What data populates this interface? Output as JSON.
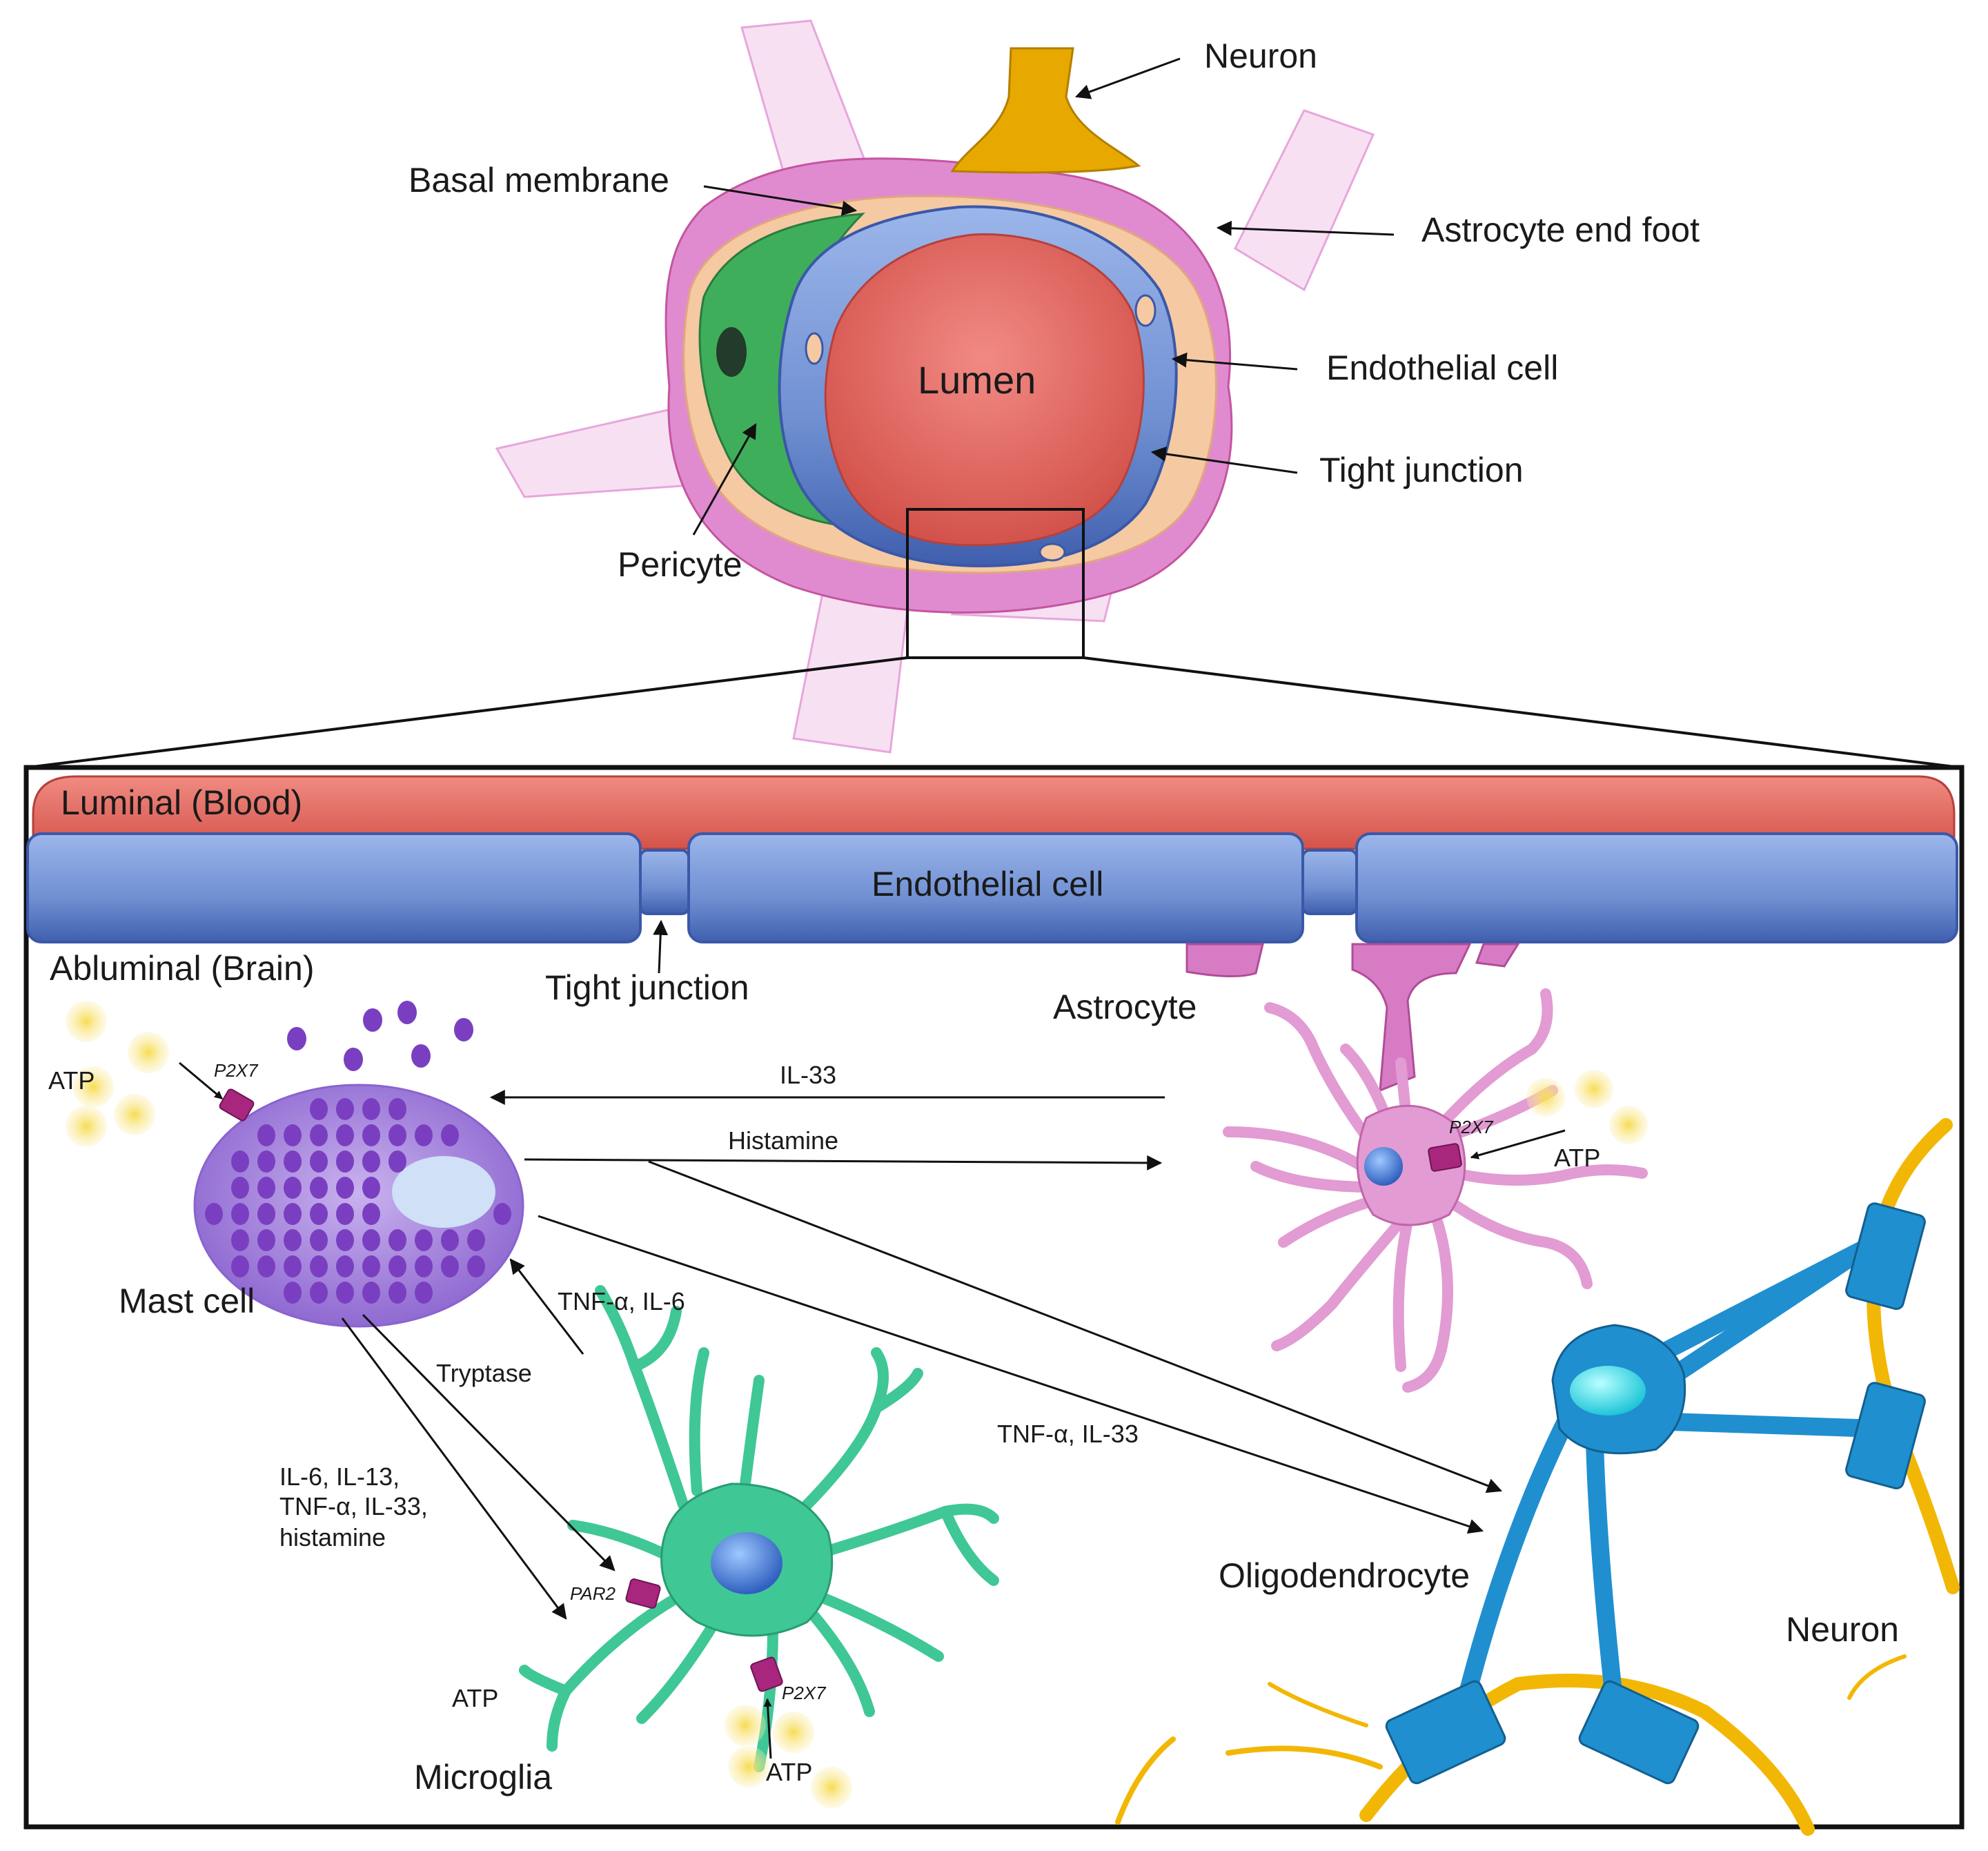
{
  "colors": {
    "astrocyte": "#e59ad6",
    "astrocyte_light": "#f7dff2",
    "basal_membrane": "#f5c9a2",
    "endothelium": "#6f8fd2",
    "lumen": "#e0635c",
    "pericyte": "#3fae5a",
    "neuron": "#e7a800",
    "mast_cell": "#8d63cf",
    "granule": "#7a3fc1",
    "microglia": "#3fc796",
    "oligodendrocyte": "#2a9ad8",
    "receptor": "#a8267e",
    "atp": "#f6d94a"
  },
  "vessel": {
    "neuron": "Neuron",
    "basal_membrane": "Basal membrane",
    "astrocyte_end_foot": "Astrocyte end foot",
    "endothelial_cell": "Endothelial cell",
    "lumen": "Lumen",
    "tight_junction": "Tight junction",
    "pericyte": "Pericyte"
  },
  "panel": {
    "luminal": "Luminal (Blood)",
    "endothelial_cell": "Endothelial cell",
    "abluminal": "Abluminal (Brain)",
    "tight_junction": "Tight junction",
    "astrocyte": "Astrocyte",
    "mast_cell": "Mast cell",
    "microglia": "Microglia",
    "oligodendrocyte": "Oligodendrocyte",
    "neuron": "Neuron",
    "atp_mast": "ATP",
    "atp_astro": "ATP",
    "atp_micro_left": "ATP",
    "atp_micro_bottom": "ATP",
    "p2x7_mast": "P2X7",
    "p2x7_astro": "P2X7",
    "p2x7_micro": "P2X7",
    "par2": "PAR2",
    "il33": "IL-33",
    "histamine": "Histamine",
    "tnf_il6": "TNF-α, IL-6",
    "tryptase": "Tryptase",
    "tnf_il33": "TNF-α, IL-33",
    "cytokines": [
      "IL-6, IL-13,",
      "TNF-α, IL-33,",
      "histamine"
    ]
  }
}
